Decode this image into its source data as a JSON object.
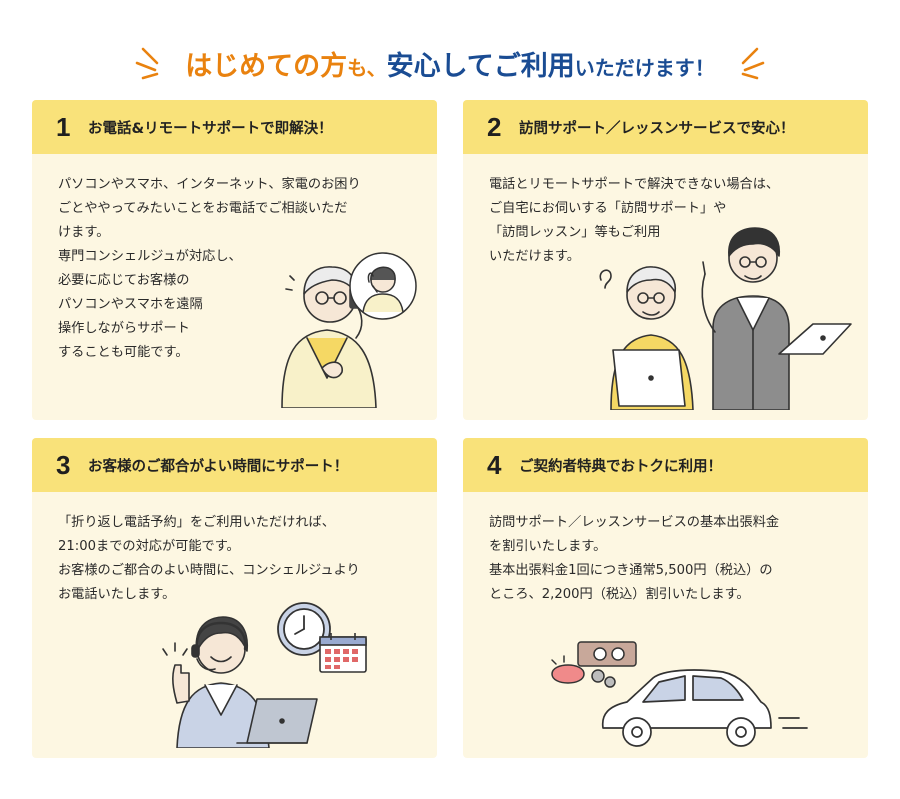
{
  "headline": {
    "part1": "はじめての方",
    "part2": "も、",
    "part3": "安心してご利用",
    "part4": "いただけます！"
  },
  "cards": [
    {
      "number": "1",
      "title": "お電話&リモートサポートで即解決！",
      "lines": [
        "パソコンやスマホ、インターネット、家電のお困り",
        "ごとややってみたいことをお電話でご相談いただ",
        "けます。",
        "専門コンシェルジュが対応し、",
        "必要に応じてお客様の",
        "パソコンやスマホを遠隔",
        "操作しながらサポート",
        "することも可能です。"
      ]
    },
    {
      "number": "2",
      "title": "訪問サポート／レッスンサービスで安心！",
      "lines": [
        "電話とリモートサポートで解決できない場合は、",
        "ご自宅にお伺いする「訪問サポート」や",
        "「訪問レッスン」等もご利用",
        "いただけます。"
      ]
    },
    {
      "number": "3",
      "title": "お客様のご都合がよい時間にサポート！",
      "lines": [
        "「折り返し電話予約」をご利用いただければ、",
        "21:00までの対応が可能です。",
        "お客様のご都合のよい時間に、コンシェルジュより",
        "お電話いたします。"
      ]
    },
    {
      "number": "4",
      "title": "ご契約者特典でおトクに利用！",
      "lines": [
        "訪問サポート／レッスンサービスの基本出張料金",
        "を割引いたします。",
        "基本出張料金1回につき通常5,500円（税込）の",
        "ところ、2,200円（税込）割引いたします。"
      ]
    }
  ],
  "colors": {
    "orange": "#e9820f",
    "navy": "#1a4c93",
    "card_bg": "#fdf7e2",
    "card_header": "#f9e27a"
  },
  "icons": [
    "sparkle-icon",
    "phone-senior-illustration",
    "concierge-icon",
    "visit-support-illustration",
    "headset-operator-illustration",
    "clock-icon",
    "calendar-icon",
    "laptop-icon",
    "wallet-icon",
    "coin-icon",
    "car-icon"
  ]
}
